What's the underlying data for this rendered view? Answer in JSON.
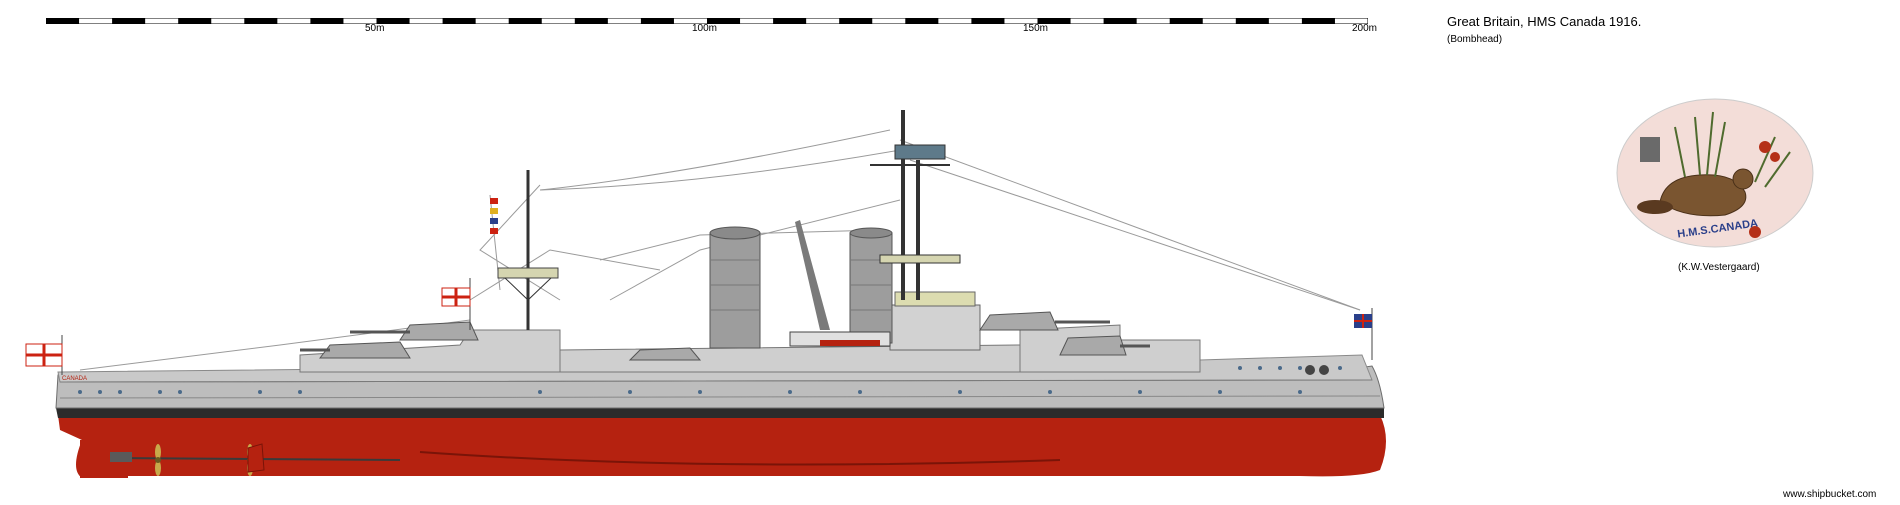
{
  "scale": {
    "labels": [
      "50m",
      "100m",
      "150m",
      "200m"
    ]
  },
  "header": {
    "title": "Great Britain, HMS Canada 1916.",
    "author": "(Bombhead)"
  },
  "crest": {
    "text": "H.M.S.CANADA",
    "credit": "(K.W.Vestergaard)"
  },
  "footer": {
    "site": "www.shipbucket.com"
  },
  "ship": {
    "hull_name": "CANADA"
  },
  "colors": {
    "hull_grey": "#bdbdbd",
    "upper_grey": "#cfcfcf",
    "boot_black": "#2b2b2b",
    "antifouling_red": "#b52210",
    "deck_line": "#7a7a7a"
  }
}
